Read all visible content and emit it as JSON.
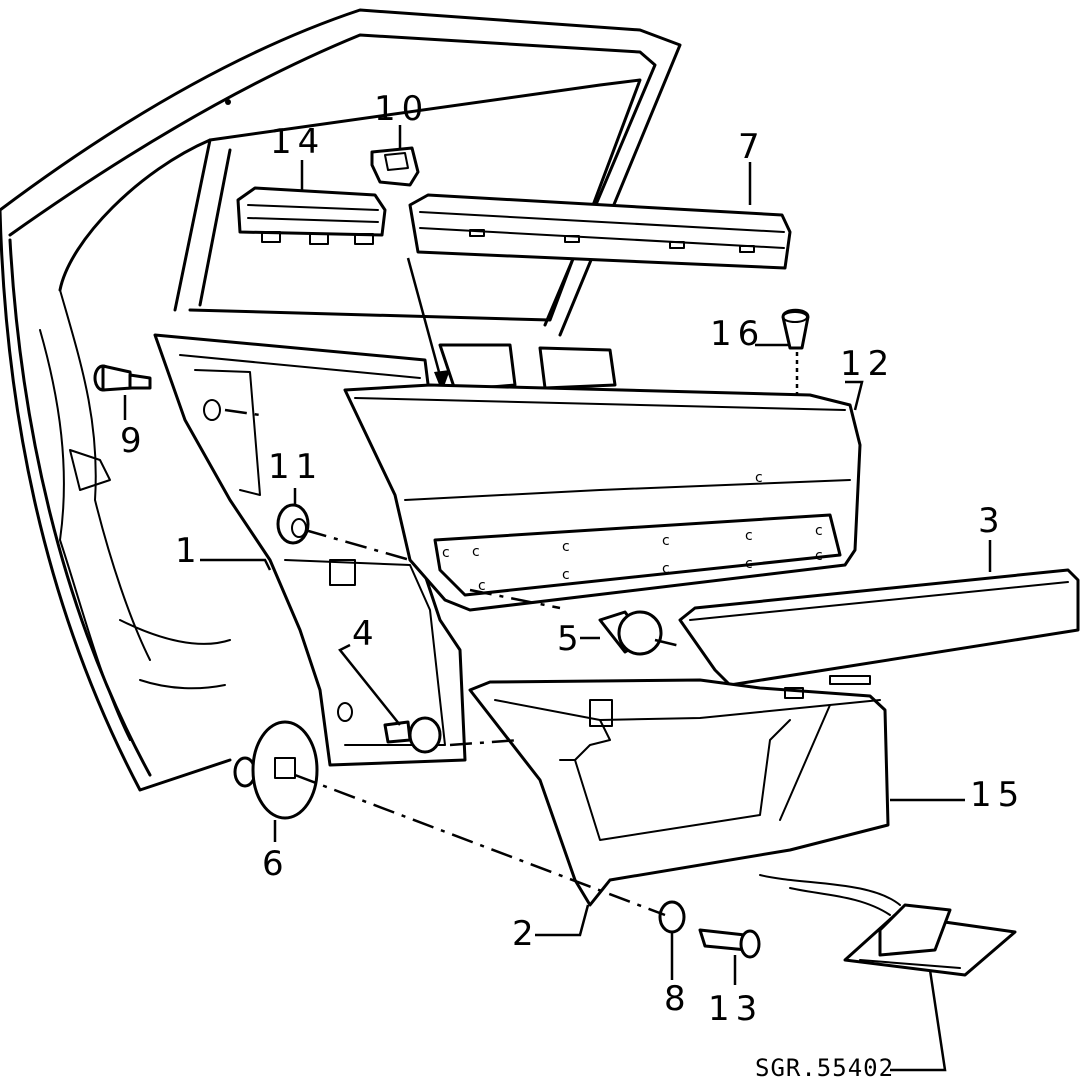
{
  "diagram": {
    "labels": [
      "1",
      "2",
      "3",
      "4",
      "5",
      "6",
      "7",
      "8",
      "9",
      "10",
      "11",
      "12",
      "13",
      "14",
      "15",
      "16"
    ],
    "reference": "SGR.55402"
  }
}
